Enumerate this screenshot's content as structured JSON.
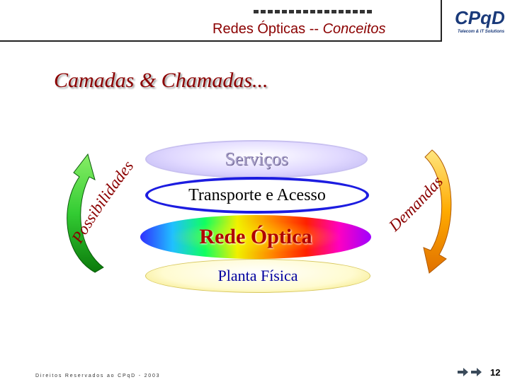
{
  "header": {
    "title_plain": "Redes Ópticas -- ",
    "title_italic": "Conceitos"
  },
  "logo": {
    "brand": "CPqD",
    "tagline": "Telecom & IT Solutions"
  },
  "section_title": "Camadas & Chamadas...",
  "layers": {
    "services": "Serviços",
    "transport": "Transporte e Acesso",
    "optical": "Rede Óptica",
    "physical": "Planta Física"
  },
  "side_labels": {
    "left": "Possibilidades",
    "right": "Demandas"
  },
  "colors": {
    "header_text": "#8b0000",
    "left_arrow": "#22aa22",
    "right_arrow": "#ff9900"
  },
  "footer": {
    "copyright": "Direitos Reservados ao CPqD - 2003",
    "page_number": "12"
  },
  "icons": [
    "dotted-bar-icon",
    "curved-up-arrow-icon",
    "curved-down-arrow-icon",
    "nav-arrow-icon",
    "nav-arrow-icon"
  ]
}
